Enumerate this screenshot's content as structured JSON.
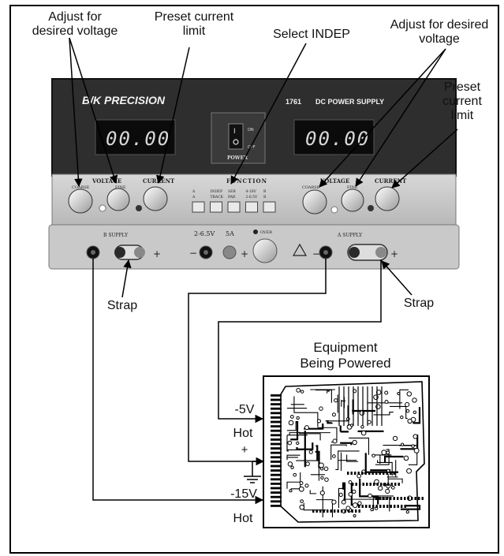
{
  "annotations": {
    "adjust_voltage_left": [
      "Adjust for",
      "desired voltage"
    ],
    "preset_current_left": [
      "Preset current",
      "limit"
    ],
    "select_indep": "Select INDEP",
    "adjust_voltage_right": [
      "Adjust for desired",
      "voltage"
    ],
    "preset_current_right": [
      "Preset",
      "current",
      "limit"
    ],
    "strap_left": "Strap",
    "strap_right": "Strap"
  },
  "power_supply": {
    "brand": "B/K PRECISION",
    "model": "1761",
    "model_name": "DC POWER SUPPLY",
    "display_left": "00.00",
    "display_right": "00.00",
    "power_label": "POWER",
    "switch_on": "ON",
    "switch_off": "OFF",
    "voltage_label_left": "VOLTAGE",
    "coarse_left": "COARSE",
    "fine_left": "FINE",
    "current_label_left": "CURRENT",
    "voltage_label_right": "VOLTAGE",
    "coarse_right": "COARSE",
    "fine_right": "FINE",
    "current_label_right": "CURRENT",
    "function_label": "FUNCTION",
    "function_items": [
      {
        "top": "A",
        "bottom": "A"
      },
      {
        "top": "INDEP",
        "bottom": "TRACK"
      },
      {
        "top": "SER",
        "bottom": "PAR"
      },
      {
        "top": "4-18V",
        "bottom": "2-6.5V"
      },
      {
        "top": "B",
        "bottom": "B"
      }
    ],
    "b_supply": "B SUPPLY",
    "fixed_voltage": "2-6.5V",
    "fixed_current": "5A",
    "over_label": "OVER",
    "a_supply": "A SUPPLY",
    "minus": "−",
    "plus": "+"
  },
  "equipment": {
    "title": [
      "Equipment",
      "Being Powered"
    ],
    "label_minus5": "-5V",
    "label_hot1": "Hot",
    "label_plus": "+",
    "label_minus15": "-15V",
    "label_hot2": "Hot"
  }
}
